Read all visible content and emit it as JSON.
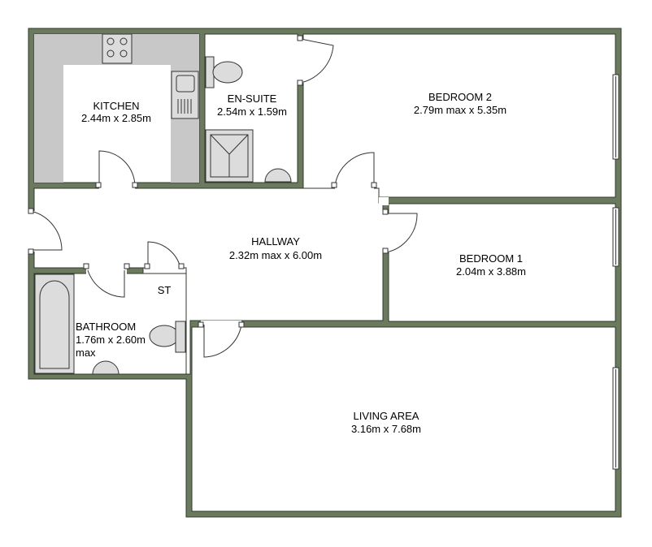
{
  "rooms": {
    "kitchen": {
      "name": "KITCHEN",
      "dims": "2.44m x 2.85m"
    },
    "ensuite": {
      "name": "EN-SUITE",
      "dims": "2.54m x 1.59m"
    },
    "bedroom2": {
      "name": "BEDROOM 2",
      "dims": "2.79m max x 5.35m"
    },
    "hallway": {
      "name": "HALLWAY",
      "dims": "2.32m max x 6.00m"
    },
    "bedroom1": {
      "name": "BEDROOM 1",
      "dims": "2.04m x 3.88m"
    },
    "storage": {
      "name": "ST"
    },
    "bathroom": {
      "name": "BATHROOM",
      "dims": "1.76m x 2.60m",
      "dims_suffix": "max"
    },
    "living": {
      "name": "LIVING AREA",
      "dims": "3.16m x 7.68m"
    }
  },
  "colors": {
    "wall": "#6b7a5f",
    "counter": "#c8c8c8",
    "fixture": "#dcdcdc"
  }
}
